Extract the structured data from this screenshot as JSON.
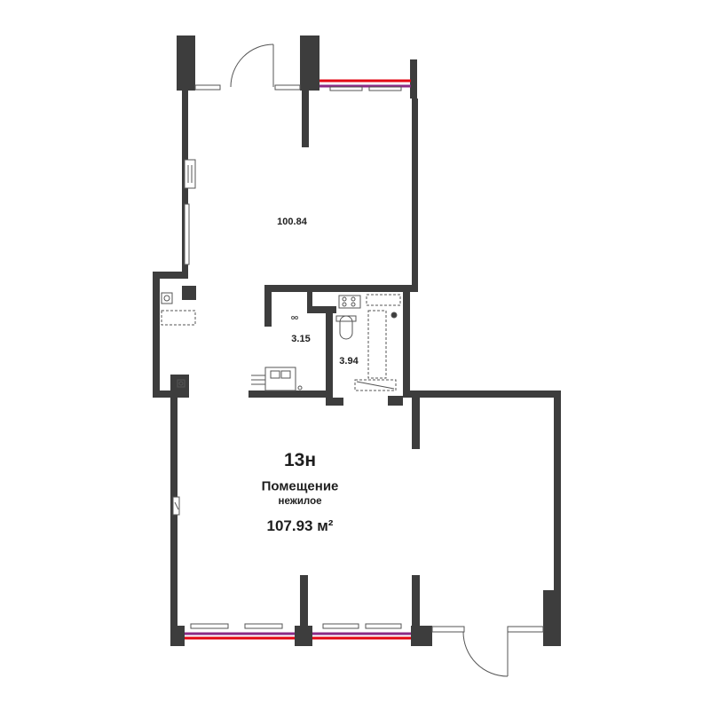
{
  "unit": {
    "number": "13н",
    "type": "Помещение",
    "subtype": "нежилое",
    "total_area": "107.93 м²"
  },
  "rooms": [
    {
      "id": "main-hall",
      "area": "100.84"
    },
    {
      "id": "room-b",
      "area": "3.15"
    },
    {
      "id": "bathroom",
      "area": "3.94"
    }
  ],
  "colors": {
    "wall": "#3d3d3d",
    "window_red": "#e30613",
    "window_purple": "#8b2a86",
    "line": "#555555",
    "background": "#ffffff"
  }
}
